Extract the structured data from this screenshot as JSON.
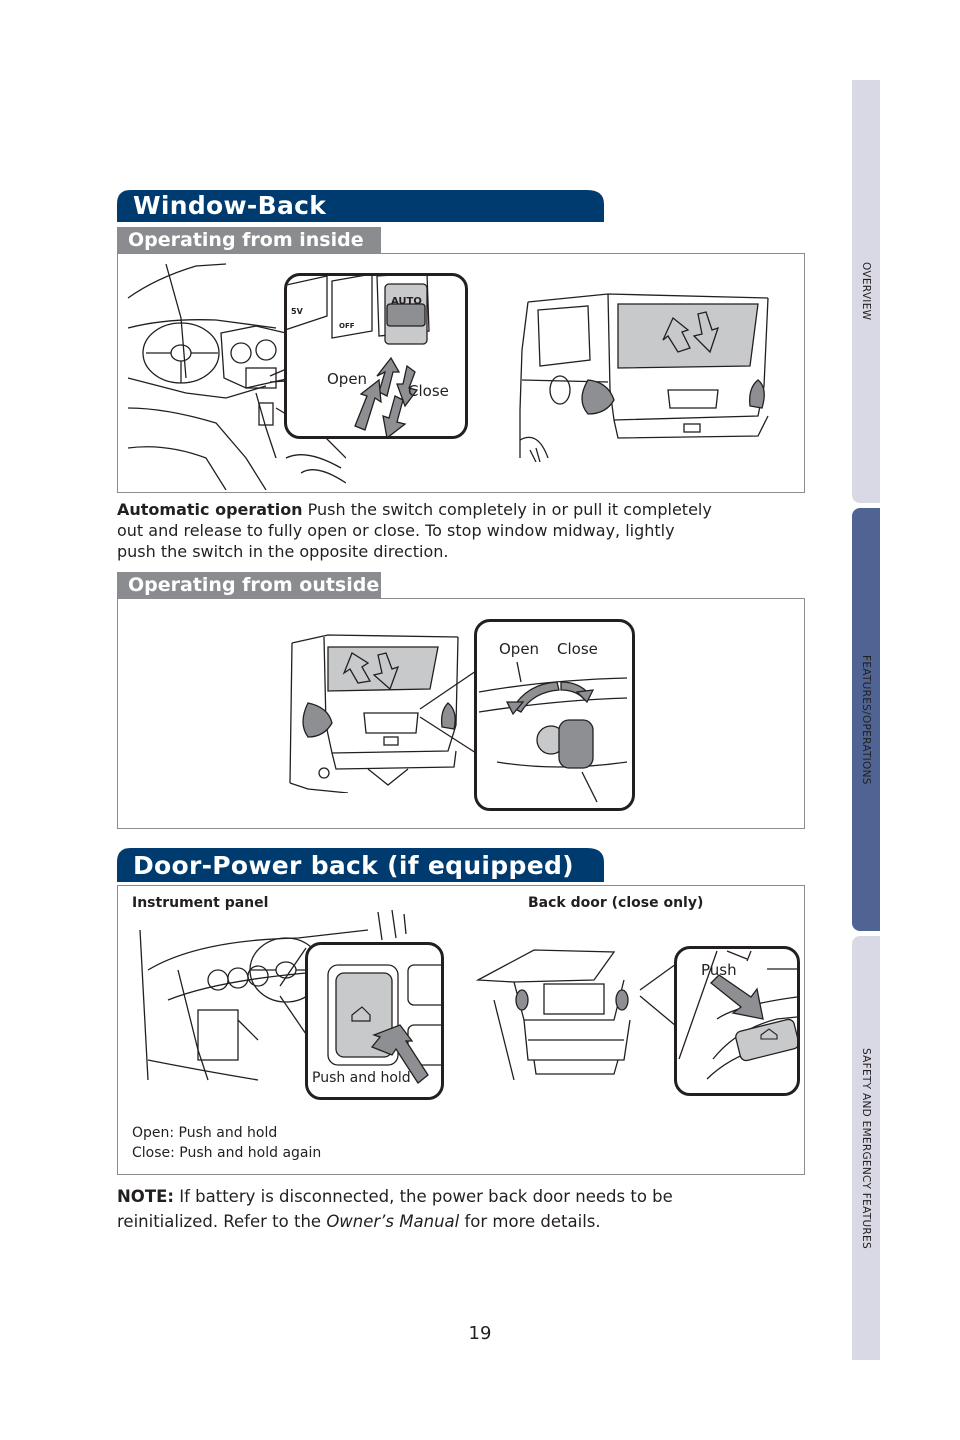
{
  "side_tabs": [
    "OVERVIEW",
    "FEATURES/OPERATIONS",
    "SAFETY AND EMERGENCY FEATURES"
  ],
  "window_back": {
    "title": "Window-Back",
    "inside": {
      "heading": "Operating from inside",
      "label_open": "Open",
      "label_close": "Close",
      "switch_text": "AUTO",
      "off_text": "OFF",
      "power_text": "5V"
    },
    "automatic": {
      "lead": "Automatic operation",
      "line1": "Push the switch completely in or pull it completely",
      "line2": "out and release to fully open or close. To stop window midway, lightly",
      "line3": "push the switch in the opposite direction."
    },
    "outside": {
      "heading": "Operating from outside",
      "label_open": "Open",
      "label_close": "Close"
    }
  },
  "door_power_back": {
    "title": "Door-Power back (if equipped)",
    "instrument_panel": "Instrument panel",
    "back_door": "Back door (close only)",
    "push_and_hold": "Push and hold",
    "push": "Push",
    "open_instruction": "Open: Push and hold",
    "close_instruction": "Close: Push and hold again"
  },
  "note": {
    "lead": "NOTE:",
    "line1": "If battery is disconnected, the power back door needs to be",
    "line2_pre": "reinitialized. Refer to the",
    "manual": "Owner’s Manual",
    "line2_post": "for more details."
  },
  "page_number": "19",
  "colors": {
    "section_blue": "#003b6f",
    "sub_gray": "#8a8c8f",
    "tab_light": "#d9d8e5",
    "tab_active": "#4f6493",
    "arrow_gray": "#8d8f92"
  }
}
